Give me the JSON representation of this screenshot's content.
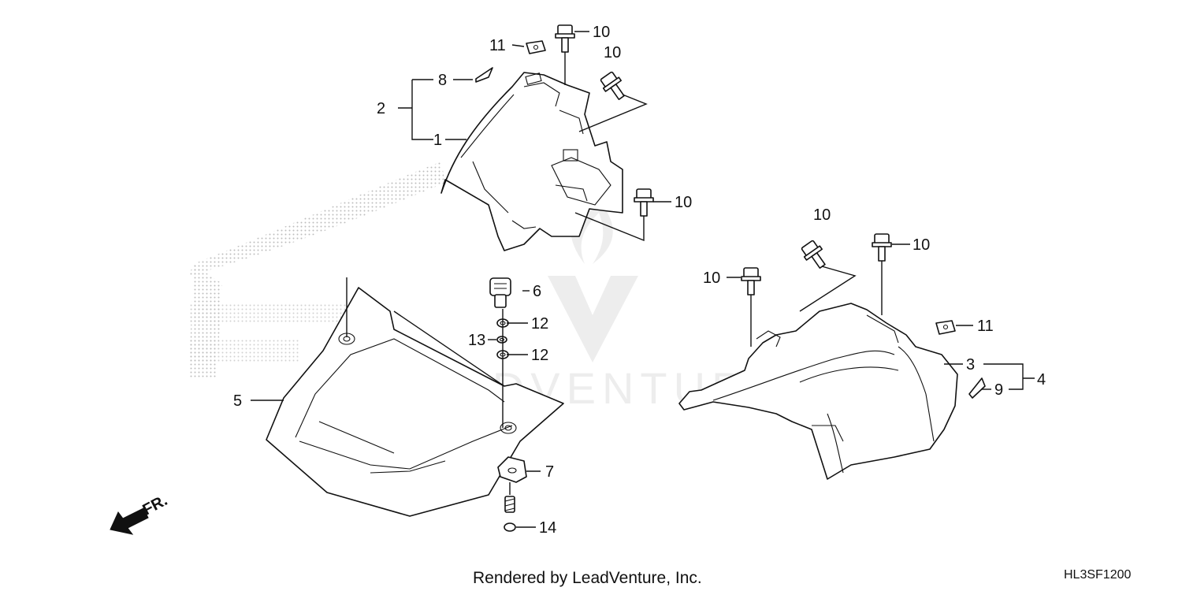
{
  "diagram": {
    "callouts": [
      {
        "id": "c1",
        "text": "1"
      },
      {
        "id": "c2",
        "text": "2"
      },
      {
        "id": "c3",
        "text": "3"
      },
      {
        "id": "c4",
        "text": "4"
      },
      {
        "id": "c5",
        "text": "5"
      },
      {
        "id": "c6",
        "text": "6"
      },
      {
        "id": "c7",
        "text": "7"
      },
      {
        "id": "c8",
        "text": "8"
      },
      {
        "id": "c9",
        "text": "9"
      },
      {
        "id": "c10a",
        "text": "10"
      },
      {
        "id": "c10b",
        "text": "10"
      },
      {
        "id": "c10c",
        "text": "10"
      },
      {
        "id": "c10d",
        "text": "10"
      },
      {
        "id": "c10e",
        "text": "10"
      },
      {
        "id": "c10f",
        "text": "10"
      },
      {
        "id": "c11a",
        "text": "11"
      },
      {
        "id": "c11b",
        "text": "11"
      },
      {
        "id": "c12a",
        "text": "12"
      },
      {
        "id": "c12b",
        "text": "12"
      },
      {
        "id": "c13",
        "text": "13"
      },
      {
        "id": "c14",
        "text": "14"
      }
    ],
    "direction_label": "FR.",
    "watermark_text": "LEADVENTURE",
    "footer_text": "Rendered by LeadVenture, Inc.",
    "diagram_code": "HL3SF1200"
  }
}
